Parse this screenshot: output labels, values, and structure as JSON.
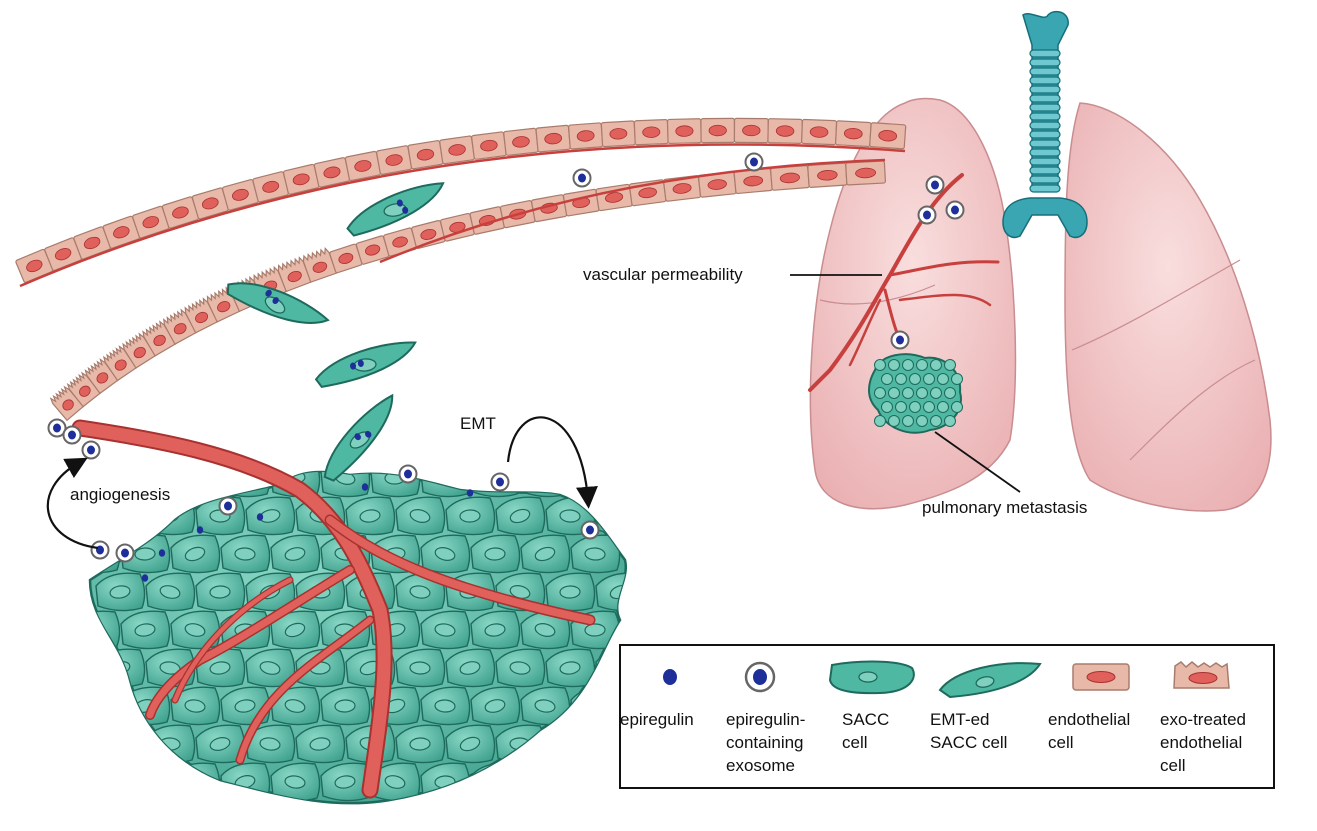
{
  "labels": {
    "emt": "EMT",
    "angiogenesis": "angiogenesis",
    "vascular_permeability": "vascular permeability",
    "pulmonary_metastasis": "pulmonary metastasis"
  },
  "legend": {
    "items": [
      {
        "icon": "epiregulin-icon",
        "lines": [
          "epiregulin"
        ]
      },
      {
        "icon": "exosome-icon",
        "lines": [
          "epiregulin-",
          "containing",
          "exosome"
        ]
      },
      {
        "icon": "sacc-cell-icon",
        "lines": [
          "SACC",
          "cell"
        ]
      },
      {
        "icon": "emt-sacc-cell-icon",
        "lines": [
          "EMT-ed",
          "SACC cell"
        ]
      },
      {
        "icon": "endothelial-cell-icon",
        "lines": [
          "endothelial",
          "cell"
        ]
      },
      {
        "icon": "exo-treated-endothelial-cell-icon",
        "lines": [
          "exo-treated",
          "endothelial",
          "cell"
        ]
      }
    ]
  },
  "colors": {
    "tumor_fill": "#4fb8a2",
    "tumor_stroke": "#1e6a5c",
    "vessel_red": "#e0605c",
    "endothelial_fill": "#e8b8a8",
    "lung_fill": "#f3c8c8",
    "trachea": "#3aa6b2",
    "epiregulin_blue": "#1f2f9a"
  }
}
